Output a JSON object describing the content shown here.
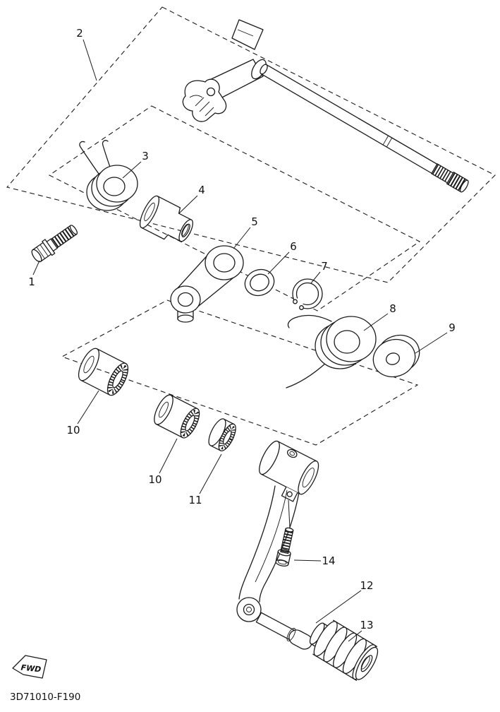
{
  "diagram": {
    "code": "3D71010-F190",
    "fwd_label": "FWD",
    "background_color": "#ffffff",
    "line_color": "#1b1b1b",
    "part_labels": {
      "p1": "1",
      "p2": "2",
      "p3": "3",
      "p4": "4",
      "p5": "5",
      "p6": "6",
      "p7": "7",
      "p8": "8",
      "p9": "9",
      "p10a": "10",
      "p10b": "10",
      "p11": "11",
      "p12": "12",
      "p13": "13",
      "p14": "14"
    }
  }
}
